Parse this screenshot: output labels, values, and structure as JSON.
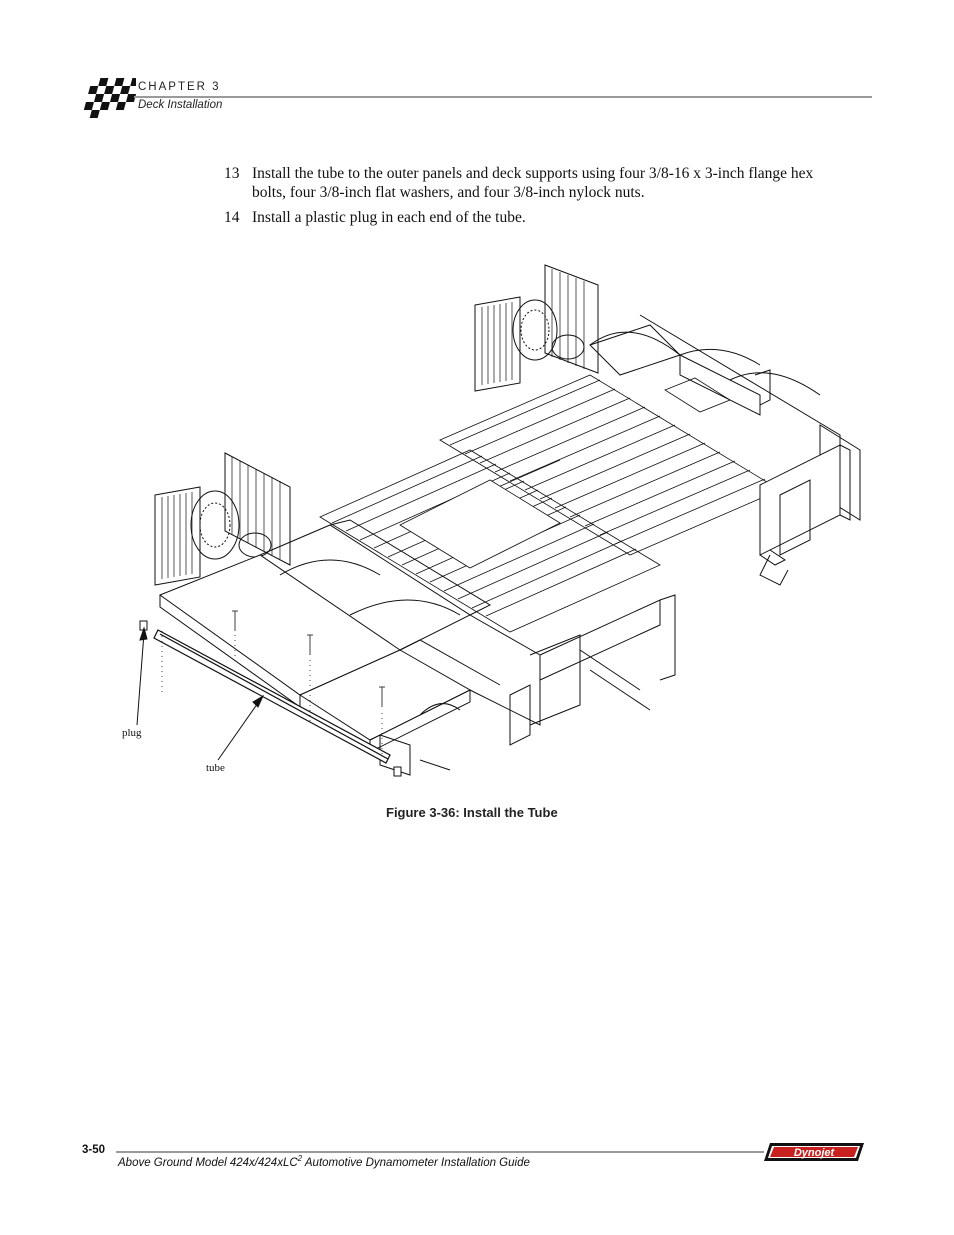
{
  "header": {
    "chapter": "CHAPTER 3",
    "section": "Deck Installation"
  },
  "steps": [
    {
      "number": "13",
      "text": "Install the tube to the outer panels and deck supports using four 3/8-16 x 3-inch flange hex bolts, four 3/8-inch flat washers, and four 3/8-inch nylock nuts."
    },
    {
      "number": "14",
      "text": "Install a plastic plug in each end of the tube."
    }
  ],
  "figure": {
    "callouts": {
      "plug": "plug",
      "tube": "tube"
    },
    "caption": "Figure 3-36: Install the Tube"
  },
  "footer": {
    "page_number": "3-50",
    "guide_title_prefix": "Above Ground Model 424x/424xLC",
    "guide_title_sup": "2",
    "guide_title_suffix": " Automotive Dynamometer Installation Guide",
    "brand": "Dynojet"
  }
}
